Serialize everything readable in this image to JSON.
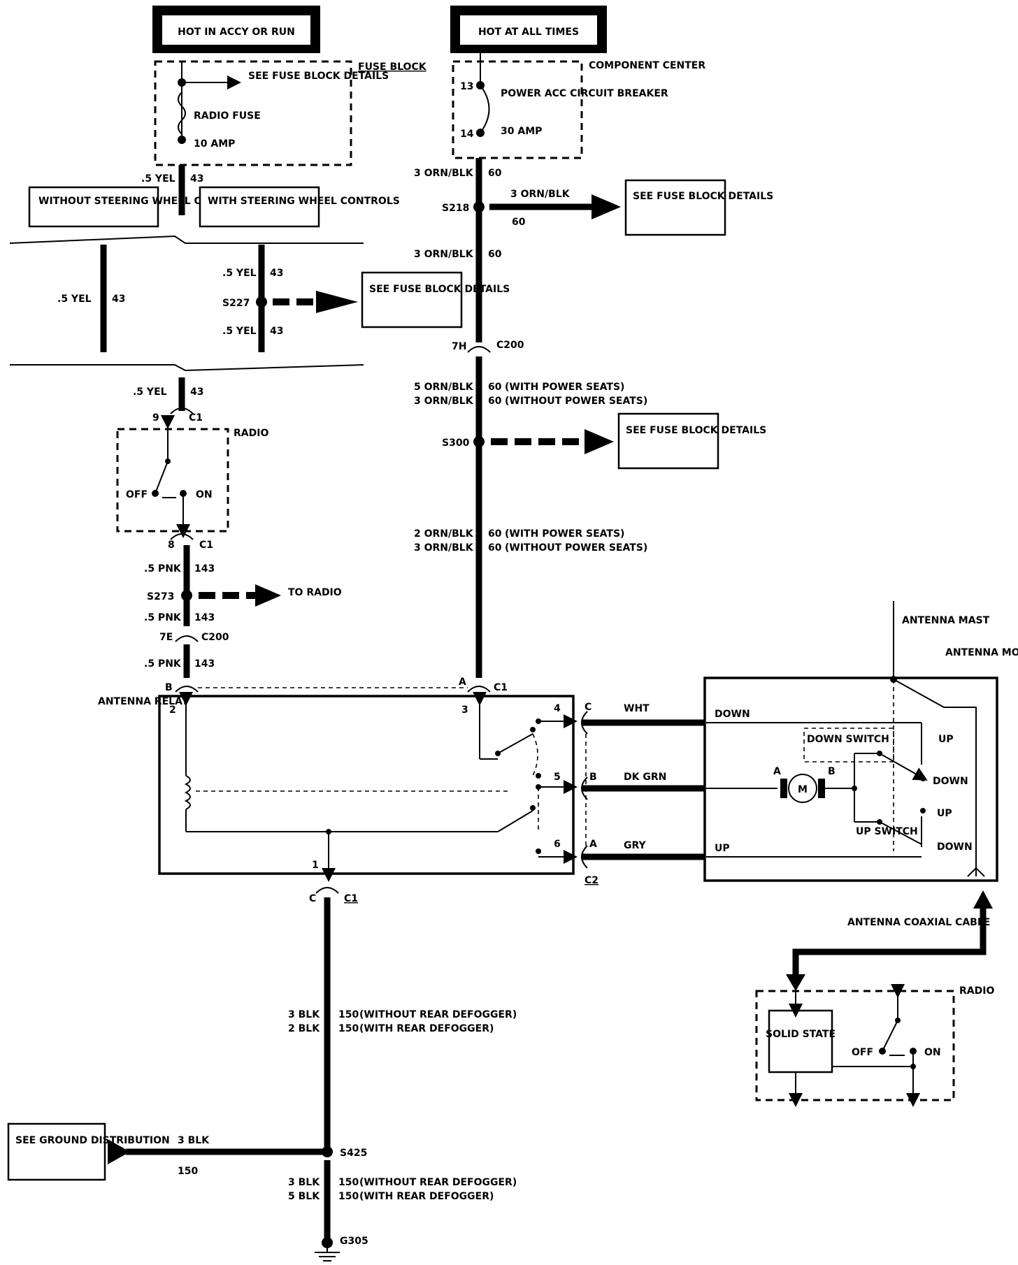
{
  "headers": {
    "left": "HOT IN ACCY OR RUN",
    "right": "HOT AT ALL TIMES"
  },
  "fuse_block": {
    "name": "FUSE BLOCK",
    "see": "SEE FUSE BLOCK DETAILS",
    "fuse": "RADIO FUSE",
    "rating": "10 AMP"
  },
  "component_center": {
    "name": "COMPONENT CENTER",
    "pin_a": "13",
    "pin_b": "14",
    "breaker": "POWER ACC CIRCUIT BREAKER",
    "rating": "30 AMP"
  },
  "options": {
    "without": "WITHOUT STEERING WHEEL CONTROLS",
    "with": "WITH STEERING WHEEL CONTROLS"
  },
  "wires": {
    "yel": ".5 YEL",
    "c43": "43",
    "orn3": "3 ORN/BLK",
    "c60": "60",
    "orn5": "5 ORN/BLK",
    "orn2": "2 ORN/BLK",
    "with_seats": "(WITH POWER SEATS)",
    "without_seats": "(WITHOUT POWER SEATS)",
    "pnk": ".5 PNK",
    "c143": "143",
    "wht": "WHT",
    "dkgrn": "DK GRN",
    "gry": "GRY",
    "blk3": "3 BLK",
    "blk2": "2 BLK",
    "blk5": "5 BLK",
    "c150": "150",
    "without_defog": "(WITHOUT REAR DEFOGGER)",
    "with_defog": "(WITH REAR DEFOGGER)"
  },
  "splices": {
    "s218": "S218",
    "s227": "S227",
    "s300": "S300",
    "s273": "S273",
    "s425": "S425",
    "g305": "G305"
  },
  "connectors": {
    "c1": "C1",
    "c2": "C2",
    "c200": "C200",
    "pin7h": "7H",
    "pin7e": "7E",
    "pin9": "9",
    "pin8": "8",
    "pinB": "B",
    "pinA": "A",
    "pinC": "C"
  },
  "see_fuse": "SEE FUSE BLOCK DETAILS",
  "to_radio": "TO RADIO",
  "radio": {
    "name": "RADIO",
    "off": "OFF",
    "on": "ON",
    "solid_state": "SOLID STATE"
  },
  "relay": {
    "name": "ANTENNA RELAY",
    "p1": "1",
    "p2": "2",
    "p3": "3",
    "p4": "4",
    "p5": "5",
    "p6": "6"
  },
  "motor": {
    "mast": "ANTENNA MAST",
    "name": "ANTENNA MOTOR",
    "down": "DOWN",
    "up": "UP",
    "down_switch": "DOWN SWITCH",
    "up_switch": "UP SWITCH",
    "m": "M",
    "a": "A",
    "b": "B"
  },
  "coax": "ANTENNA COAXIAL CABLE",
  "ground": "SEE GROUND DISTRIBUTION"
}
